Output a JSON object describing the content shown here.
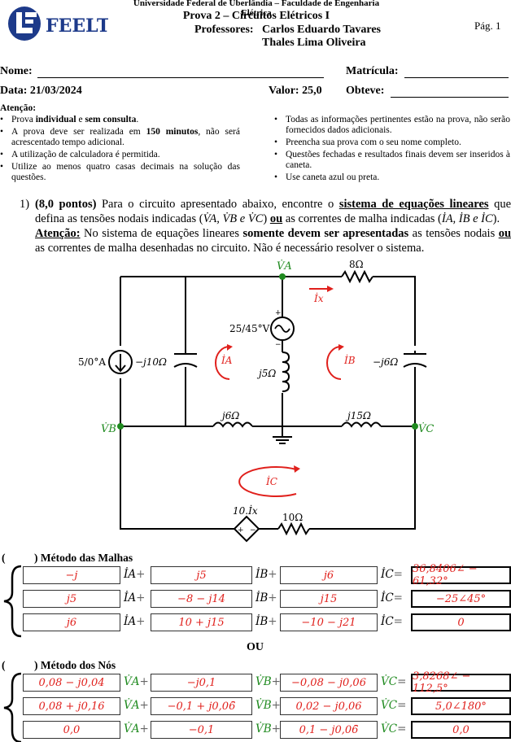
{
  "header": {
    "logo_text": "FEELT",
    "university": "Universidade Federal de Uberlândia – Faculdade de Engenharia Elétrica",
    "exam_title": "Prova 2 – Circuitos Elétricos I",
    "professors_label": "Professores:",
    "professor_1": "Carlos Eduardo Tavares",
    "professor_2": "Thales Lima Oliveira",
    "page": "Pág. 1"
  },
  "form": {
    "name_label": "Nome:",
    "matricula_label": "Matrícula:",
    "date_label": "Data: 21/03/2024",
    "value_label": "Valor: 25,0",
    "obteve_label": "Obteve:"
  },
  "attention": {
    "title": "Atenção:",
    "left": [
      [
        "Prova ",
        "individual",
        " e ",
        "sem consulta",
        "."
      ],
      [
        "A prova deve ser realizada em ",
        "150 minutos",
        ", não será acrescentado tempo adicional.",
        "",
        ""
      ],
      [
        "A utilização de calculadora é permitida.",
        "",
        "",
        "",
        ""
      ],
      [
        "Utilize ao menos quatro casas decimais na solução das questões.",
        "",
        "",
        "",
        ""
      ]
    ],
    "right": [
      "Todas as informações pertinentes estão na prova, não serão fornecidos dados adicionais.",
      "Preencha sua prova com o seu nome completo.",
      "Questões fechadas e resultados finais devem ser inseridos à caneta.",
      "Use caneta azul ou preta."
    ]
  },
  "question": {
    "number": "1)",
    "points": "(8,0 pontos)",
    "text_a": " Para o circuito apresentado abaixo, encontre o ",
    "text_b": "sistema de equações lineares",
    "text_c": " que defina as tensões nodais indicadas (",
    "nodes": "V̇A, V̇B e V̇C",
    "text_d": ") ",
    "text_ou": "ou",
    "text_e": " as correntes de malha indicadas (",
    "meshes": "İA, İB e İC",
    "text_f": ").",
    "att_label": "Atenção:",
    "att_a": " No sistema de equações lineares ",
    "att_b": "somente devem ser apresentadas",
    "att_c": " as tensões nodais ",
    "att_ou": "ou",
    "att_d": " as correntes de malha desenhadas no circuito. Não é necessário resolver o sistema."
  },
  "circuit": {
    "node_a": "V̇A",
    "node_b": "V̇B",
    "node_c": "V̇C",
    "r_top": "8Ω",
    "ix": "İx",
    "source_v": "25/45°V",
    "source_i": "5/0°A",
    "cap_left": "−j10Ω",
    "cap_right": "−j6Ω",
    "ind_mid": "j5Ω",
    "ind_bl": "j6Ω",
    "ind_br": "j15Ω",
    "mesh_a": "İA",
    "mesh_b": "İB",
    "mesh_c": "İC",
    "dep_source": "10.İx",
    "r_bottom": "10Ω",
    "plus": "+",
    "minus": "−"
  },
  "mesh_method": {
    "paren": "(",
    "title": ") Método das Malhas",
    "vars": [
      "İA",
      "İB",
      "İC"
    ],
    "rows": [
      [
        "−j",
        "j5",
        "j6",
        "36,8406∠ − 61,32°"
      ],
      [
        "j5",
        "−8 − j14",
        "j15",
        "−25∠45°"
      ],
      [
        "j6",
        "10 + j15",
        "−10 − j21",
        "0"
      ]
    ]
  },
  "or_label": "OU",
  "node_method": {
    "paren": "(",
    "title": ") Método dos Nós",
    "vars": [
      "V̇A",
      "V̇B",
      "V̇C"
    ],
    "rows": [
      [
        "0,08 − j0,04",
        "−j0,1",
        "−0,08 − j0,06",
        "3,8268∠ − 112,5°"
      ],
      [
        "0,08 + j0,16",
        "−0,1 + j0,06̄",
        "0,02 − j0,06",
        "5,0∠180°"
      ],
      [
        "0,0",
        "−0,1",
        "0,1 − j0,06̄",
        "0,0"
      ]
    ]
  }
}
